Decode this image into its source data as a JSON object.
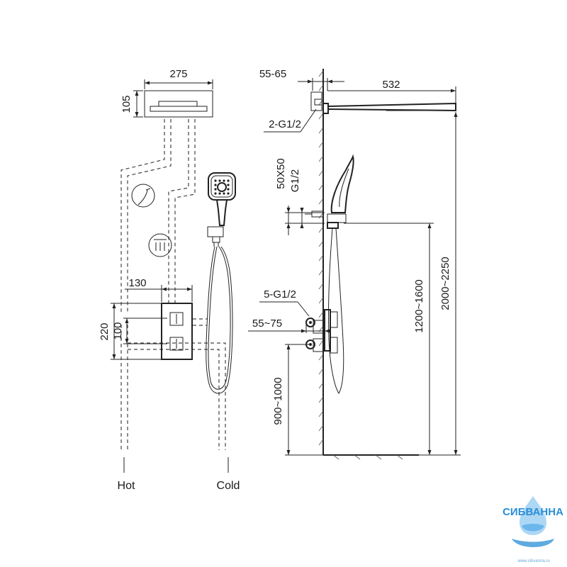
{
  "dimensions": {
    "head_width": "275",
    "head_height": "105",
    "wall_gap_top": "55-65",
    "arm_length": "532",
    "arm_inlet": "2-G1/2",
    "holder_size": "50X50",
    "holder_thread": "G1/2",
    "valve_width": "130",
    "valve_height": "220",
    "valve_spacing": "100",
    "valve_inlets": "5-G1/2",
    "valve_gap": "55~75",
    "holder_height": "1200~1600",
    "head_height_range": "2000~2250",
    "valve_height_range": "900~1000"
  },
  "labels": {
    "hot": "Hot",
    "cold": "Cold"
  },
  "watermark": {
    "brand": "СИБВАННА",
    "url": "www.sibvanna.ru",
    "color": "#2a8ed6"
  },
  "icons": [
    "hand-shower-icon",
    "rain-shower-icon"
  ]
}
